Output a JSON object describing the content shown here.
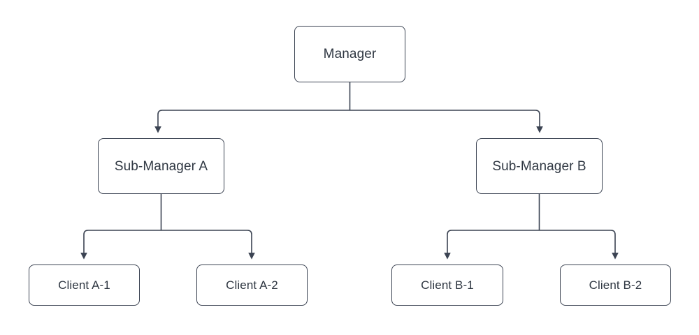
{
  "diagram": {
    "type": "hierarchy-tree",
    "title": "",
    "background_color": "#ffffff",
    "node_fill": "#ffffff",
    "node_border_color": "#3b4352",
    "connector_color": "#3b4352",
    "text_color": "#2f3742",
    "nodes": {
      "root": {
        "label": "Manager"
      },
      "mid_a": {
        "label": "Sub-Manager A"
      },
      "mid_b": {
        "label": "Sub-Manager B"
      },
      "leaf_a1": {
        "label": "Client A-1"
      },
      "leaf_a2": {
        "label": "Client A-2"
      },
      "leaf_b1": {
        "label": "Client B-1"
      },
      "leaf_b2": {
        "label": "Client B-2"
      }
    },
    "edges": [
      {
        "from": "Manager",
        "to": "Sub-Manager A",
        "arrow": "to"
      },
      {
        "from": "Manager",
        "to": "Sub-Manager B",
        "arrow": "to"
      },
      {
        "from": "Sub-Manager A",
        "to": "Client A-1",
        "arrow": "to"
      },
      {
        "from": "Sub-Manager A",
        "to": "Client A-2",
        "arrow": "to"
      },
      {
        "from": "Sub-Manager B",
        "to": "Client B-1",
        "arrow": "to"
      },
      {
        "from": "Sub-Manager B",
        "to": "Client B-2",
        "arrow": "to"
      }
    ]
  }
}
